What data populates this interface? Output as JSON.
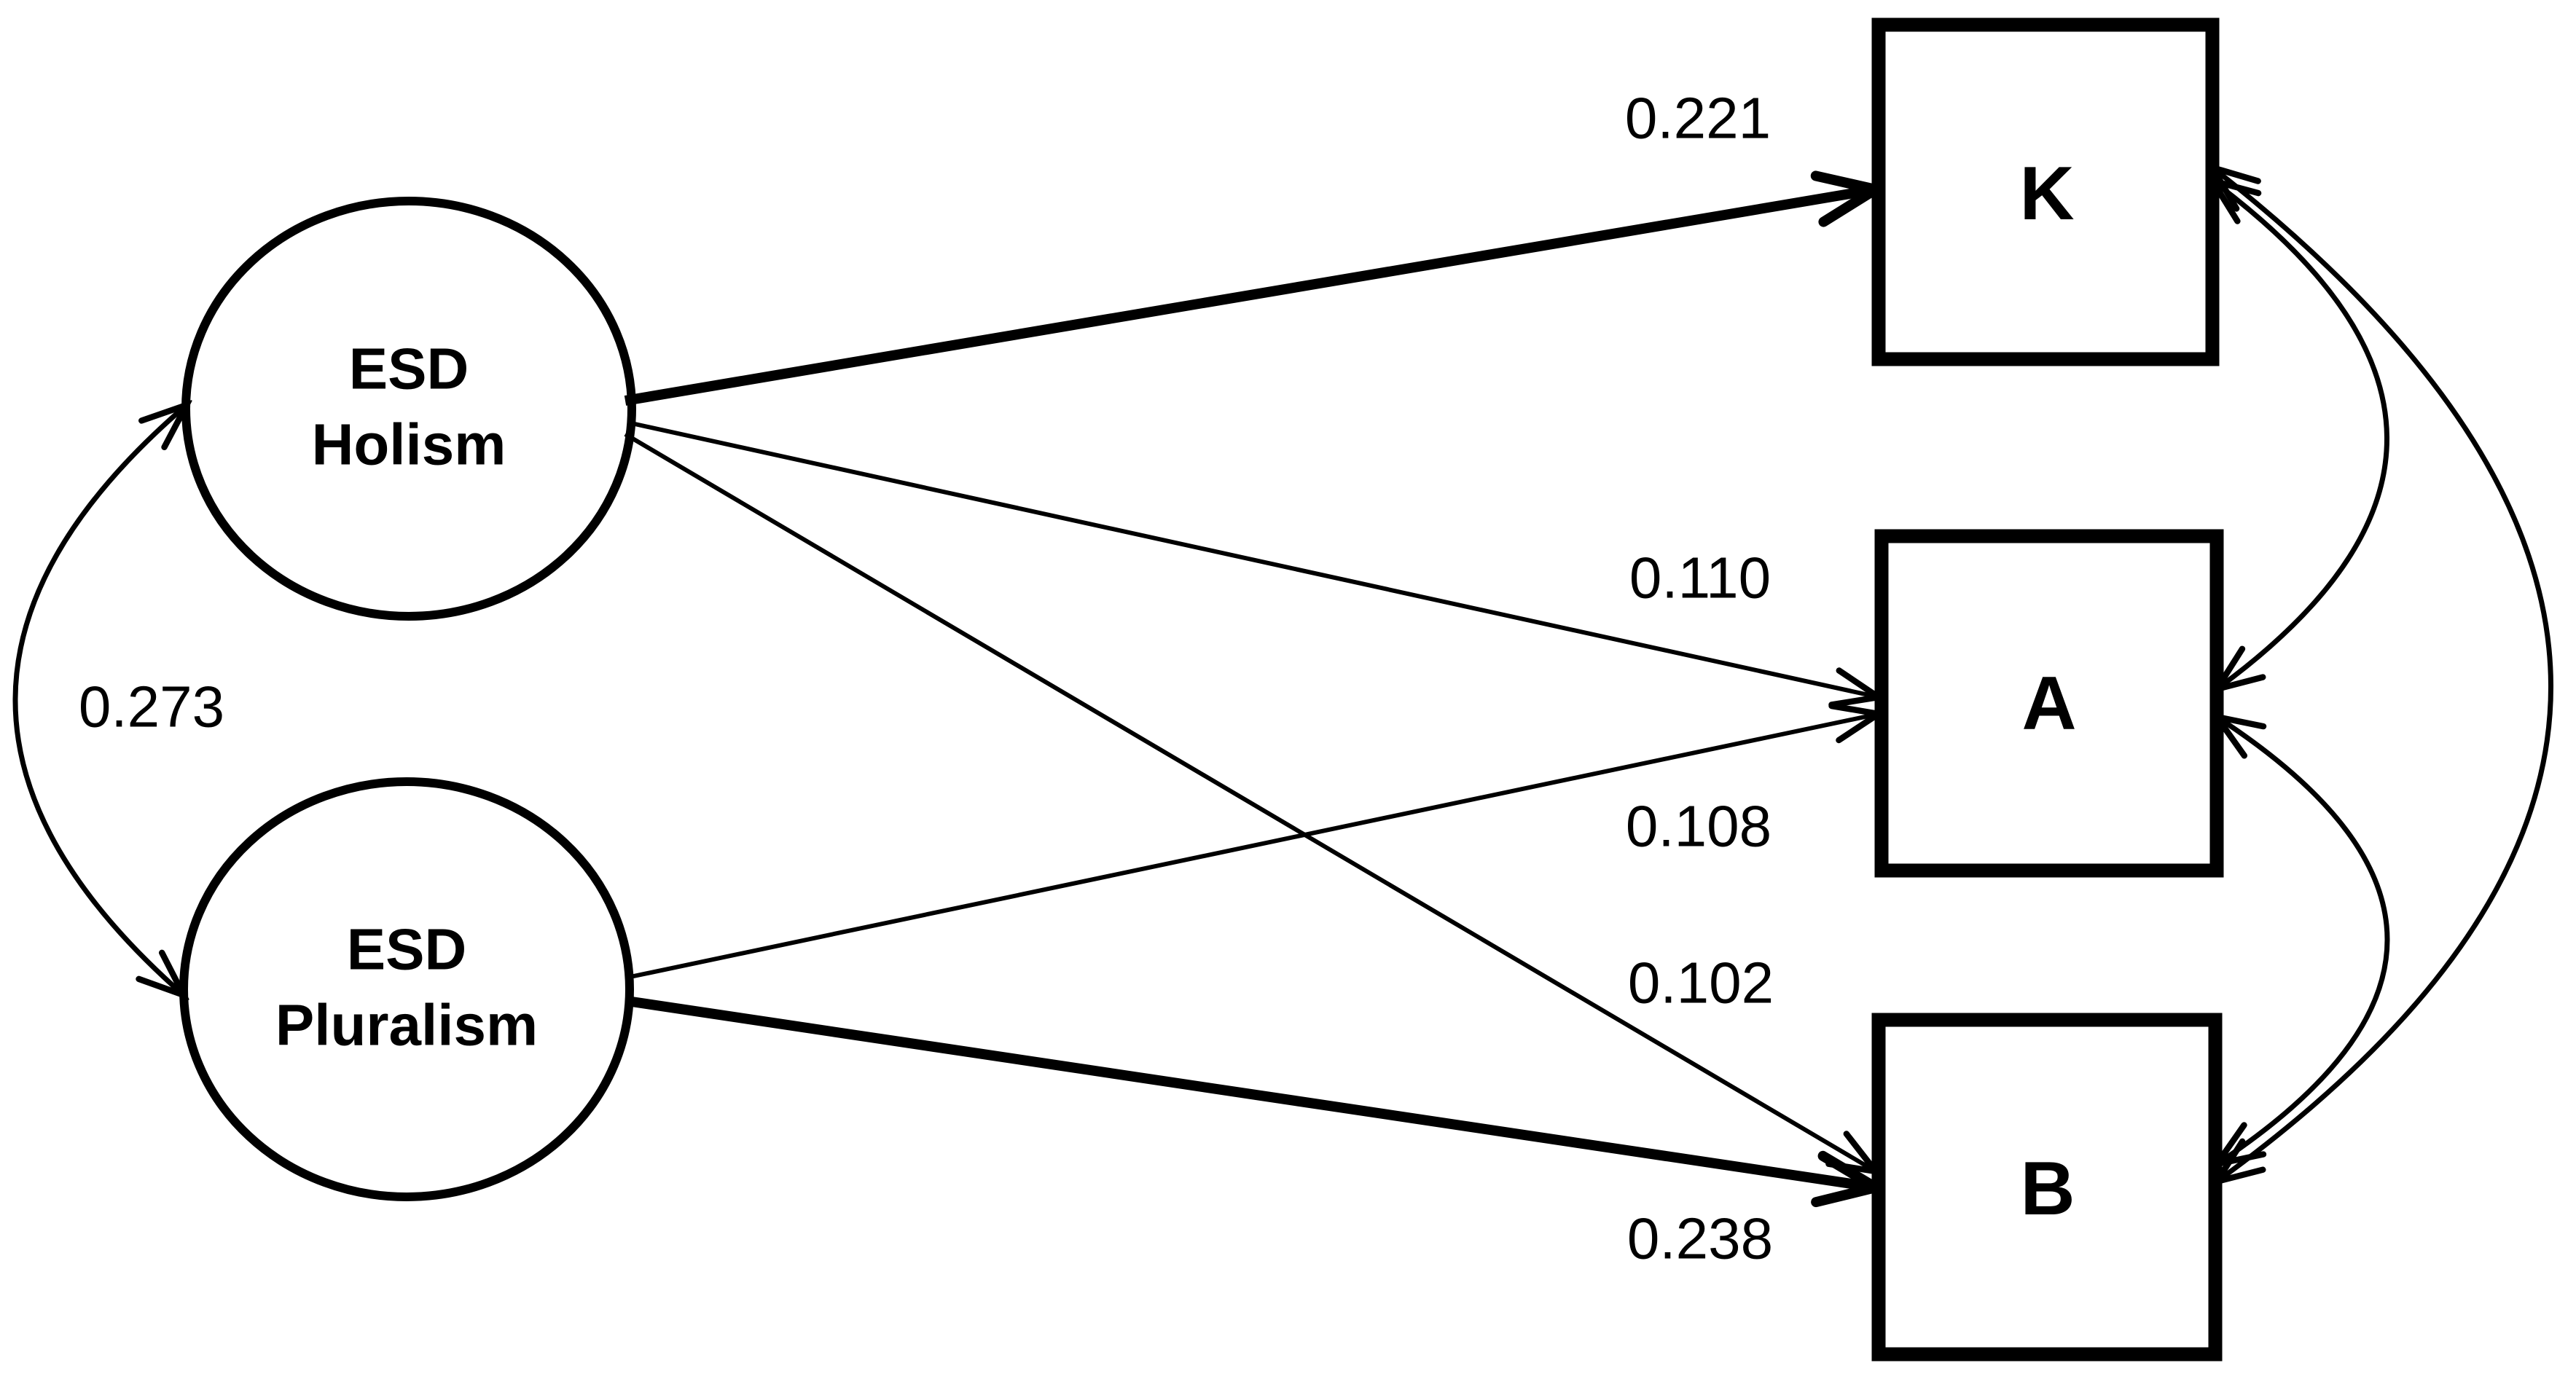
{
  "figure": {
    "type": "structural-equation-model-path-diagram",
    "background_color": "#ffffff",
    "ink_color": "#000000",
    "latent_variables": [
      {
        "id": "esd-holism",
        "name": "ESD Holism",
        "line1": "ESD",
        "line2": "Holism",
        "shape": "ellipse"
      },
      {
        "id": "esd-pluralism",
        "name": "ESD Pluralism",
        "line1": "ESD",
        "line2": "Pluralism",
        "shape": "ellipse"
      }
    ],
    "observed_variables": [
      {
        "id": "k",
        "label": "K",
        "shape": "rectangle"
      },
      {
        "id": "a",
        "label": "A",
        "shape": "rectangle"
      },
      {
        "id": "b",
        "label": "B",
        "shape": "rectangle"
      }
    ],
    "paths": [
      {
        "from": "ESD Holism",
        "to": "K",
        "coefficient": "0.221",
        "weight": "thick"
      },
      {
        "from": "ESD Holism",
        "to": "A",
        "coefficient": "0.110",
        "weight": "thin"
      },
      {
        "from": "ESD Pluralism",
        "to": "A",
        "coefficient": "0.108",
        "weight": "thin"
      },
      {
        "from": "ESD Holism",
        "to": "B",
        "coefficient": "0.102",
        "weight": "thin"
      },
      {
        "from": "ESD Pluralism",
        "to": "B",
        "coefficient": "0.238",
        "weight": "thick"
      }
    ],
    "covariances": [
      {
        "between": [
          "ESD Holism",
          "ESD Pluralism"
        ],
        "value": "0.273",
        "side": "left",
        "arrowheads": "both"
      },
      {
        "between": [
          "K",
          "A"
        ],
        "side": "right",
        "arrowheads": "both"
      },
      {
        "between": [
          "A",
          "B"
        ],
        "side": "right",
        "arrowheads": "both"
      },
      {
        "between": [
          "K",
          "B"
        ],
        "side": "right",
        "arrowheads": "both"
      }
    ]
  }
}
